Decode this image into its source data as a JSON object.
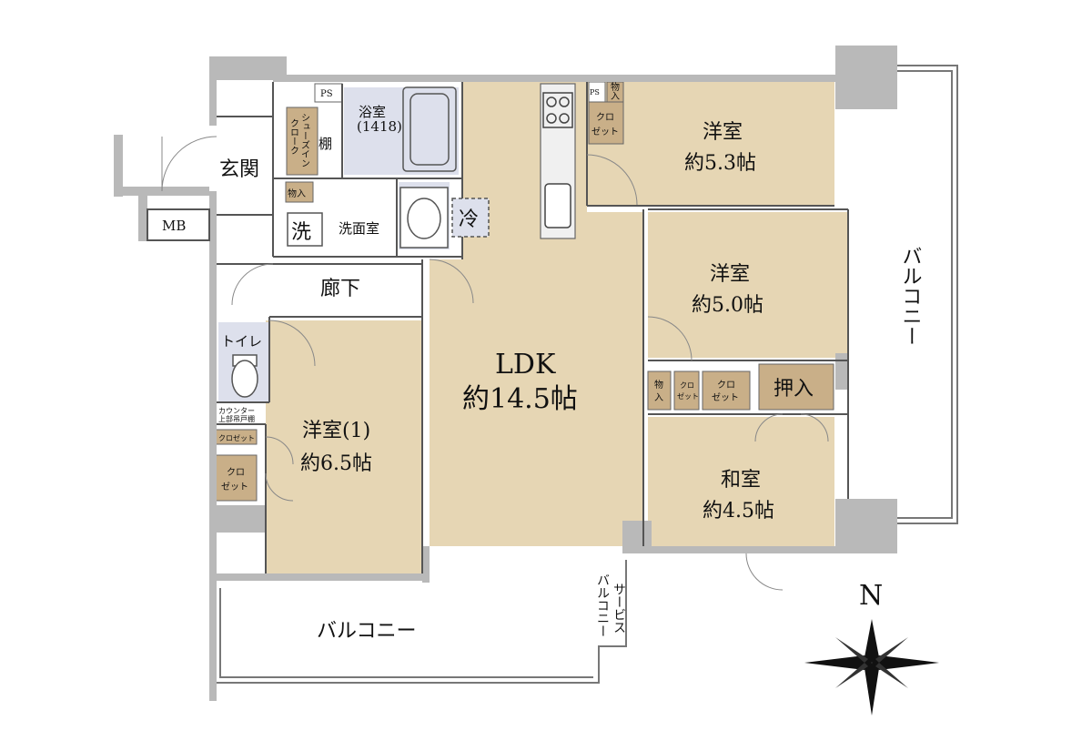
{
  "rooms": {
    "genkan": "玄関",
    "mb": "MB",
    "ps1": "PS",
    "ps2": "PS",
    "shoes_in": "シューズイン",
    "shoes_cloak": "クローク",
    "tana": "棚",
    "bath": "浴室",
    "bath_size": "(1418)",
    "monoire_bath": "物入",
    "wash_icon": "洗",
    "washroom": "洗面室",
    "fridge": "冷",
    "hallway": "廊下",
    "toilet": "トイレ",
    "counter_line1": "カウンター",
    "counter_line2": "上部吊戸棚",
    "closet_small": "クロゼット",
    "closet_l1": "クロ",
    "closet_l2": "ゼット",
    "monoire_top_l1": "物",
    "monoire_top_l2": "入",
    "closet_top_l1": "クロ",
    "closet_top_l2": "ゼット",
    "yoshitsu_1": "洋室(1)",
    "yoshitsu_1_size": "約6.5帖",
    "ldk": "LDK",
    "ldk_size": "約14.5帖",
    "yoshitsu_ne": "洋室",
    "yoshitsu_ne_size": "約5.3帖",
    "yoshitsu_e": "洋室",
    "yoshitsu_e_size": "約5.0帖",
    "monoire_mid_l1": "物",
    "monoire_mid_l2": "入",
    "closet_mid1_l1": "クロ",
    "closet_mid1_l2": "ゼット",
    "closet_mid2_l1": "クロ",
    "closet_mid2_l2": "ゼット",
    "oshiire": "押入",
    "washitsu": "和室",
    "washitsu_size": "約4.5帖",
    "balcony_south": "バルコニー",
    "balcony_east": "バルコニー",
    "service_balcony_l1": "サービス",
    "service_balcony_l2": "バルコニー"
  },
  "compass": {
    "label": "N"
  },
  "colors": {
    "room_fill": "#e6d6b4",
    "closet_fill": "#c9af88",
    "wet_fill": "#dde0ec",
    "wall": "#b9b9b9",
    "line": "#555555"
  }
}
